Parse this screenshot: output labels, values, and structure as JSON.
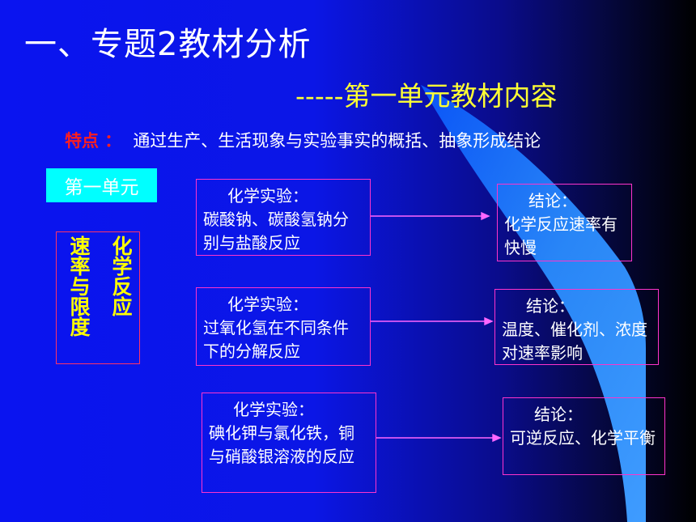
{
  "title": "一、专题2教材分析",
  "subtitle": "-----第一单元教材内容",
  "feature": {
    "label": "特点 ：",
    "text": "通过生产、生活现象与实验事实的概括、抽象形成结论"
  },
  "unit_tag": "第一单元",
  "topic": {
    "column_right": "化学反应",
    "column_left": "速率与限度"
  },
  "experiments": [
    {
      "head": "化学实验：",
      "body": "碳酸钠、碳酸氢钠分别与盐酸反应"
    },
    {
      "head": "化学实验：",
      "body": "过氧化氢在不同条件下的分解反应"
    },
    {
      "head": "化学实验：",
      "body": "碘化钾与氯化铁，铜与硝酸银溶液的反应"
    }
  ],
  "conclusions": [
    {
      "head": "结论：",
      "body": "化学反应速率有快慢"
    },
    {
      "head": "结论：",
      "body": "温度、催化剂、浓度对速率影响"
    },
    {
      "head": "结论：",
      "body": "可逆反应、化学平衡"
    }
  ],
  "colors": {
    "background_left": "#0b16e6",
    "background_right": "#000000",
    "title": "#ffffff",
    "subtitle": "#ffff33",
    "feature_label": "#ff1e1e",
    "unit_tag_bg": "#00ffff",
    "topic_text": "#ffff00",
    "topic_border": "#ff3366",
    "box_border": "#ff33cc",
    "arrow": "#ff66ff",
    "sweep": "#1e78ff"
  }
}
